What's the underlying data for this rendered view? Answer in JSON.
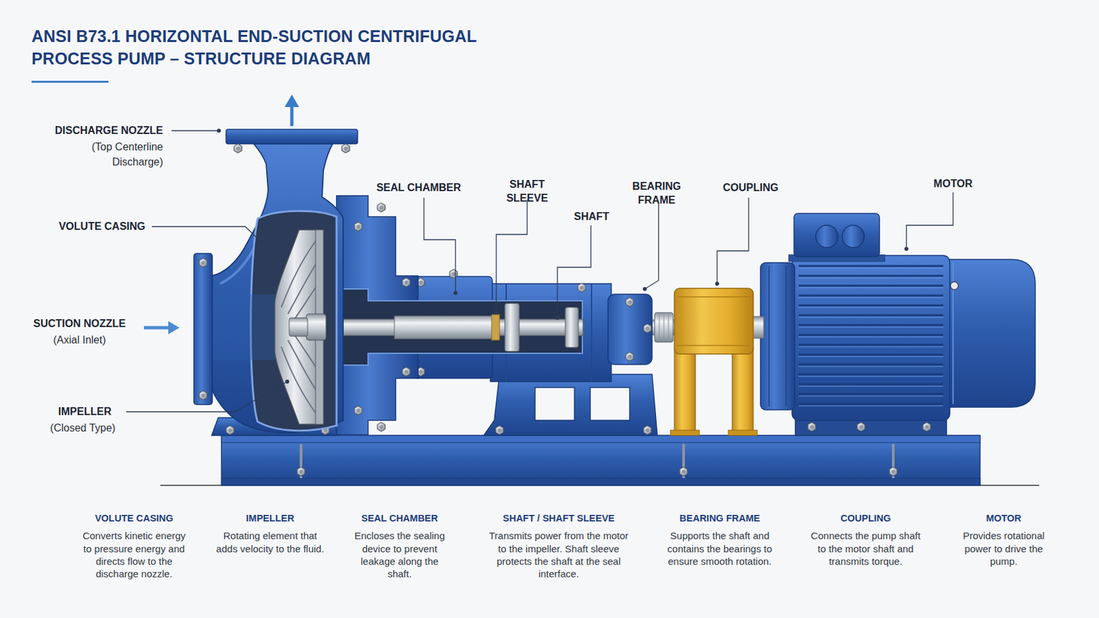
{
  "diagram": {
    "title": "ANSI B73.1 HORIZONTAL END-SUCTION CENTRIFUGAL PROCESS PUMP – STRUCTURE DIAGRAM",
    "labels": [
      "DISCHARGE NOZZLE",
      "(Top Centerline Discharge)",
      "SEAL CHAMBER",
      "SHAFT SLEEVE",
      "BEARING FRAME",
      "COUPLING",
      "MOTOR",
      "SHAFT",
      "VOLUTE CASING",
      "SUCTION NOZZLE",
      "(Axial Inlet)",
      "IMPELLER",
      "(Closed Type)",
      "VOLUTE CASING",
      "Converts kinetic energy to pressure energy and directs flow to the discharge nozzle.",
      "IMPELLER",
      "Rotating element that adds velocity to the fluid.",
      "SEAL CHAMBER",
      "Encloses the sealing device to prevent leakage along the shaft.",
      "SHAFT / SHAFT SLEEVE",
      "Transmits power from the motor to the impeller. Shaft sleeve protects the shaft at the seal interface.",
      "BEARING FRAME",
      "Supports the shaft and contains the bearings to ensure smooth rotation.",
      "COUPLING",
      "Connects the pump shaft to the motor shaft and transmits torque.",
      "MOTOR",
      "Provides rotational power to drive the pump."
    ]
  }
}
